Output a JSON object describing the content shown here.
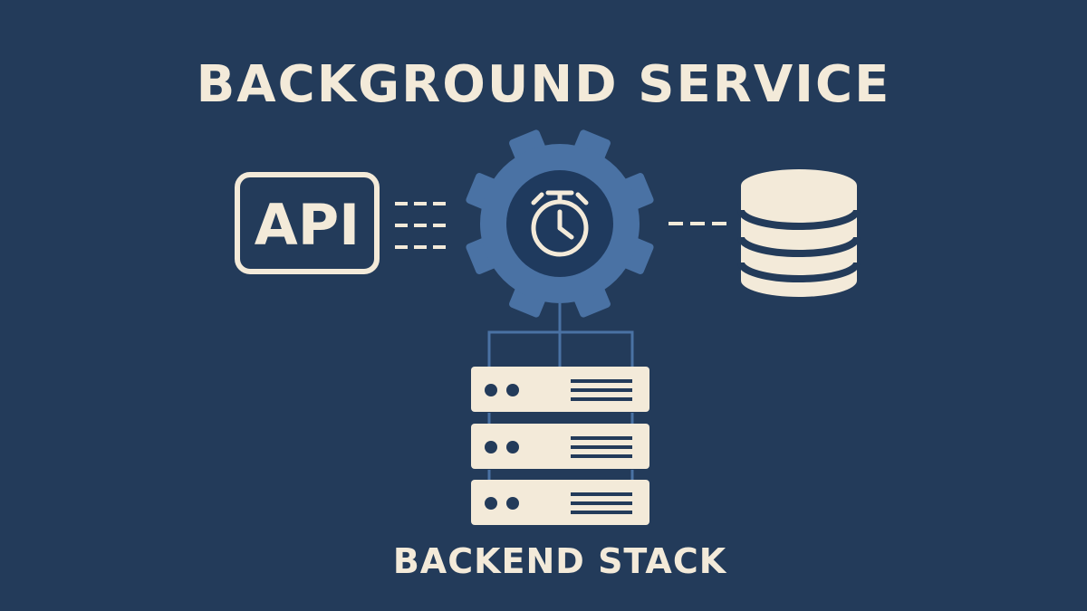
{
  "title": "BACKGROUND SERVICE",
  "api_label": "API",
  "footer_label": "BACKEND STACK",
  "colors": {
    "background": "#233b5a",
    "cream": "#f3ead9",
    "gear_blue": "#4a72a4",
    "gear_center": "#1f3a5e",
    "line_blue": "#4a72a4"
  },
  "icons": {
    "api": "api-box-icon",
    "service": "gear-icon",
    "timer": "stopwatch-icon",
    "database": "database-icon",
    "servers": "server-rack-icon"
  }
}
